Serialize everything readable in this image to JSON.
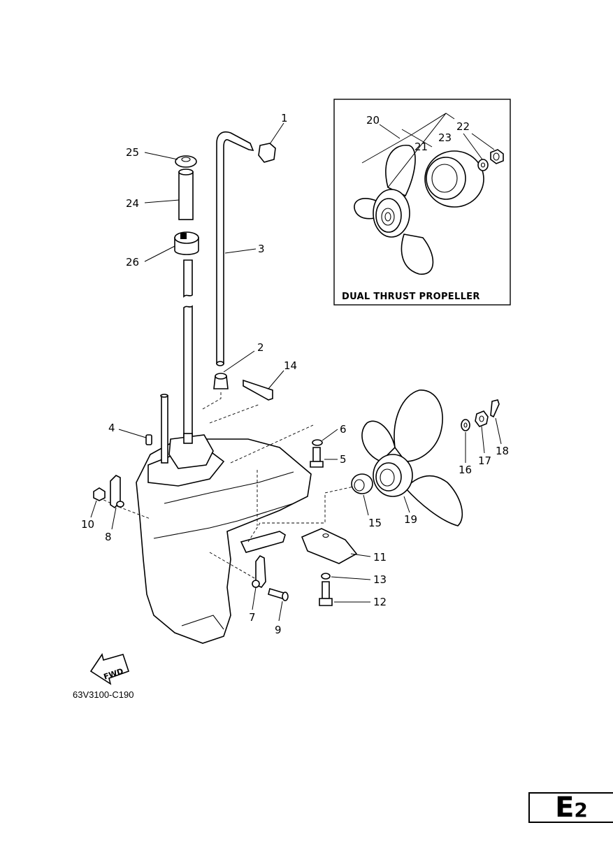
{
  "inset": {
    "label": "DUAL THRUST PROPELLER"
  },
  "callouts": {
    "c1": "1",
    "c2": "2",
    "c3": "3",
    "c4": "4",
    "c5": "5",
    "c6": "6",
    "c7": "7",
    "c8": "8",
    "c9": "9",
    "c10": "10",
    "c11": "11",
    "c12": "12",
    "c13": "13",
    "c14": "14",
    "c15": "15",
    "c16": "16",
    "c17": "17",
    "c18": "18",
    "c19": "19",
    "c20": "20",
    "c21": "21",
    "c22": "22",
    "c23": "23",
    "c24": "24",
    "c25": "25",
    "c26": "26"
  },
  "direction_label": "FWD",
  "drawing_ref": "63V3100-C190",
  "page_tag": {
    "letter": "E",
    "number": "2"
  }
}
